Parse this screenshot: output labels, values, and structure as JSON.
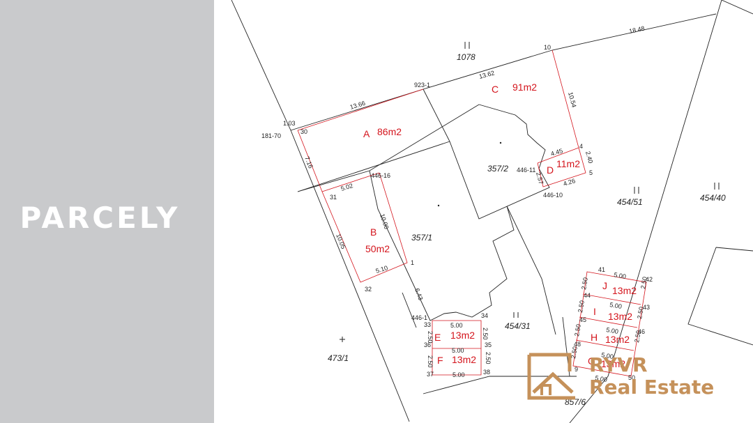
{
  "sidebar": {
    "title": "PARCELY",
    "background": "#c9cacc"
  },
  "colors": {
    "zone": "#d4141c",
    "line": "#222222",
    "logo": "#c5915a"
  },
  "parcels": {
    "p1078": "1078",
    "p357_1": "357/1",
    "p357_2": "357/2",
    "p454_51": "454/51",
    "p454_40": "454/40",
    "p454_31": "454/31",
    "p473_1": "473/1",
    "p857_6": "857/6"
  },
  "zones": {
    "A": {
      "letter": "A",
      "area": "86m2"
    },
    "B": {
      "letter": "B",
      "area": "50m2"
    },
    "C": {
      "letter": "C",
      "area": "91m2"
    },
    "D": {
      "letter": "D",
      "area": "11m2"
    },
    "E": {
      "letter": "E",
      "area": "13m2"
    },
    "F": {
      "letter": "F",
      "area": "13m2"
    },
    "G": {
      "letter": "G",
      "area": "13m2"
    },
    "H": {
      "letter": "H",
      "area": "13m2"
    },
    "I": {
      "letter": "I",
      "area": "13m2"
    },
    "J": {
      "letter": "J",
      "area": "13m2"
    }
  },
  "points": {
    "p181_70": "181-70",
    "p923_1": "923-1",
    "p10": "10",
    "p30": "30",
    "p31": "31",
    "p32": "32",
    "p1": "1",
    "p446_16": "446-16",
    "p446_11": "446-11",
    "p446_10": "446-10",
    "p446_1": "446-1",
    "p4": "4",
    "p5": "5",
    "p33": "33",
    "p34": "34",
    "p35": "35",
    "p36": "36",
    "p37": "37",
    "p38": "38",
    "p41": "41",
    "p42": "42",
    "p43": "43",
    "p44": "44",
    "p45": "45",
    "p46": "46",
    "p48": "48",
    "p49": "9",
    "p50": "50"
  },
  "dims": {
    "d1_03": "1.03",
    "d13_66": "13.66",
    "d13_62": "13.62",
    "d18_48": "18.48",
    "d10_54": "10.54",
    "d7_16": "7.16",
    "d5_02": "5.02",
    "d10_00": "10.00",
    "d10_05": "10.05",
    "d5_10": "5.10",
    "d6_43": "6.43",
    "d4_45": "4.45",
    "d2_40": "2.40",
    "d2_57": "2.57",
    "d4_26": "4.26",
    "d5_00": "5.00",
    "d2_50": "2.50"
  },
  "logo": {
    "line1": "RYVR",
    "line2": "Real Estate"
  }
}
